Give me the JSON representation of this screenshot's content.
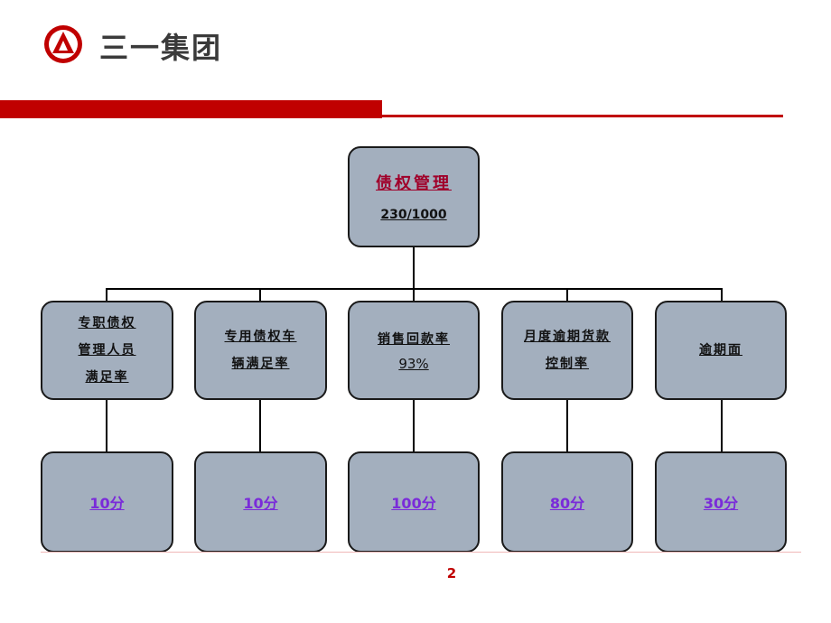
{
  "header": {
    "company_name": "三一集团",
    "brand_color": "#c00000",
    "logo_icon": "sany-logo-icon"
  },
  "diagram": {
    "root": {
      "title": "债权管理",
      "score": "230/1000"
    },
    "children": [
      {
        "label_lines": [
          "专职债权",
          "管理人员",
          "满足率"
        ],
        "value": "",
        "score": "10分"
      },
      {
        "label_lines": [
          "专用债权车",
          "辆满足率"
        ],
        "value": "",
        "score": "10分"
      },
      {
        "label_lines": [
          "销售回款率"
        ],
        "value": "93%",
        "score": "100分"
      },
      {
        "label_lines": [
          "月度逾期货款",
          "控制率"
        ],
        "value": "",
        "score": "80分"
      },
      {
        "label_lines": [
          "逾期面"
        ],
        "value": "",
        "score": "30分"
      }
    ]
  },
  "footer": {
    "page_number": "2"
  }
}
